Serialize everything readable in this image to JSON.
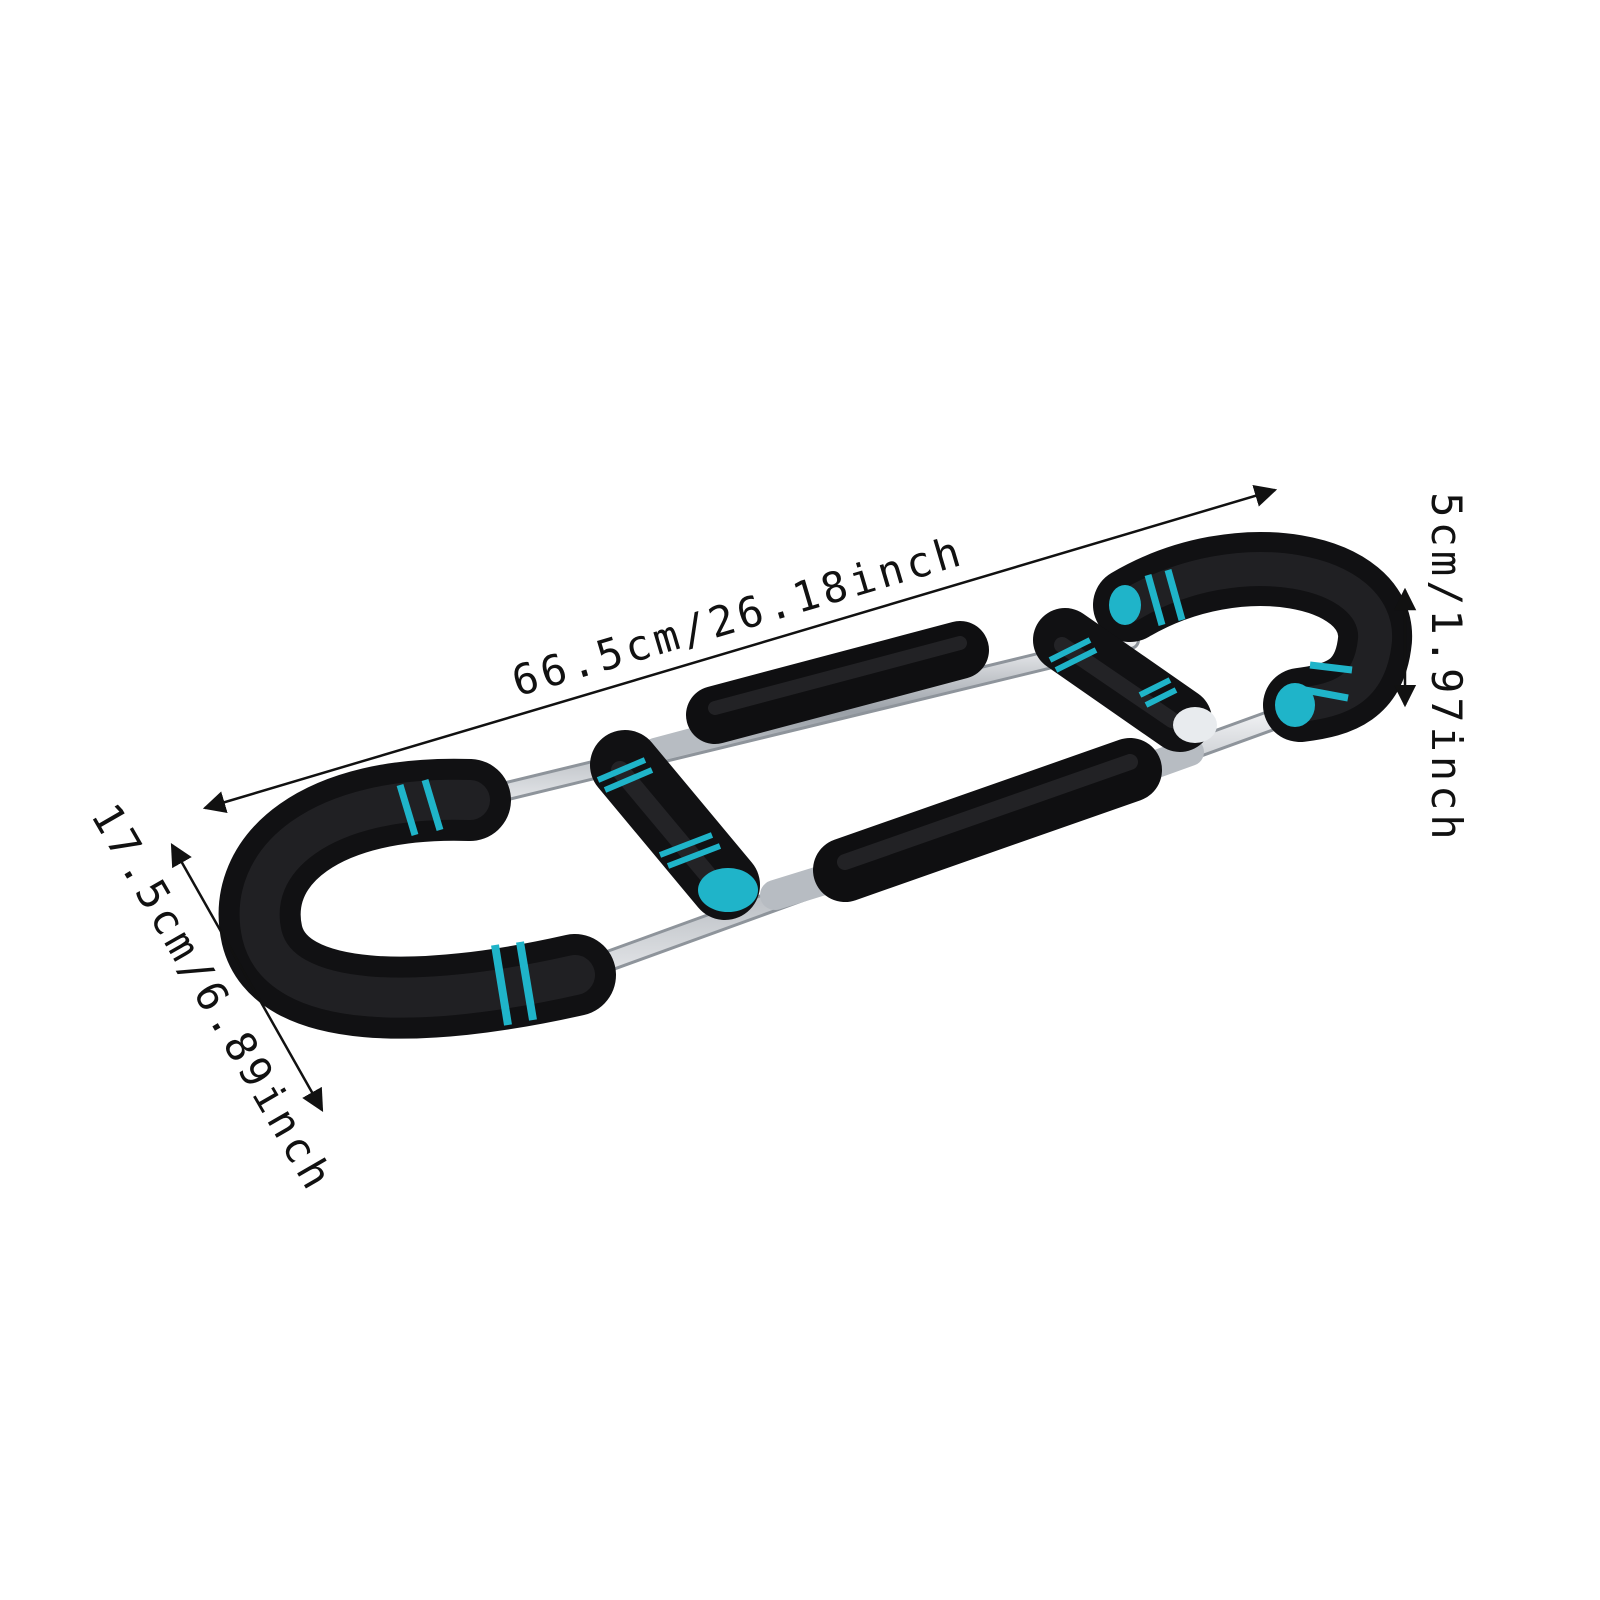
{
  "product": {
    "name_icon": "arm-strength-exerciser",
    "colors": {
      "foam": "#1d1d1f",
      "accent": "#1fb4c9",
      "steel": "#c9ccd1",
      "background": "#ffffff"
    }
  },
  "dimensions": {
    "length_label": "66.5cm/26.18inch",
    "width_label": "17.5cm/6.89inch",
    "height_label": "5cm/1.97inch"
  }
}
